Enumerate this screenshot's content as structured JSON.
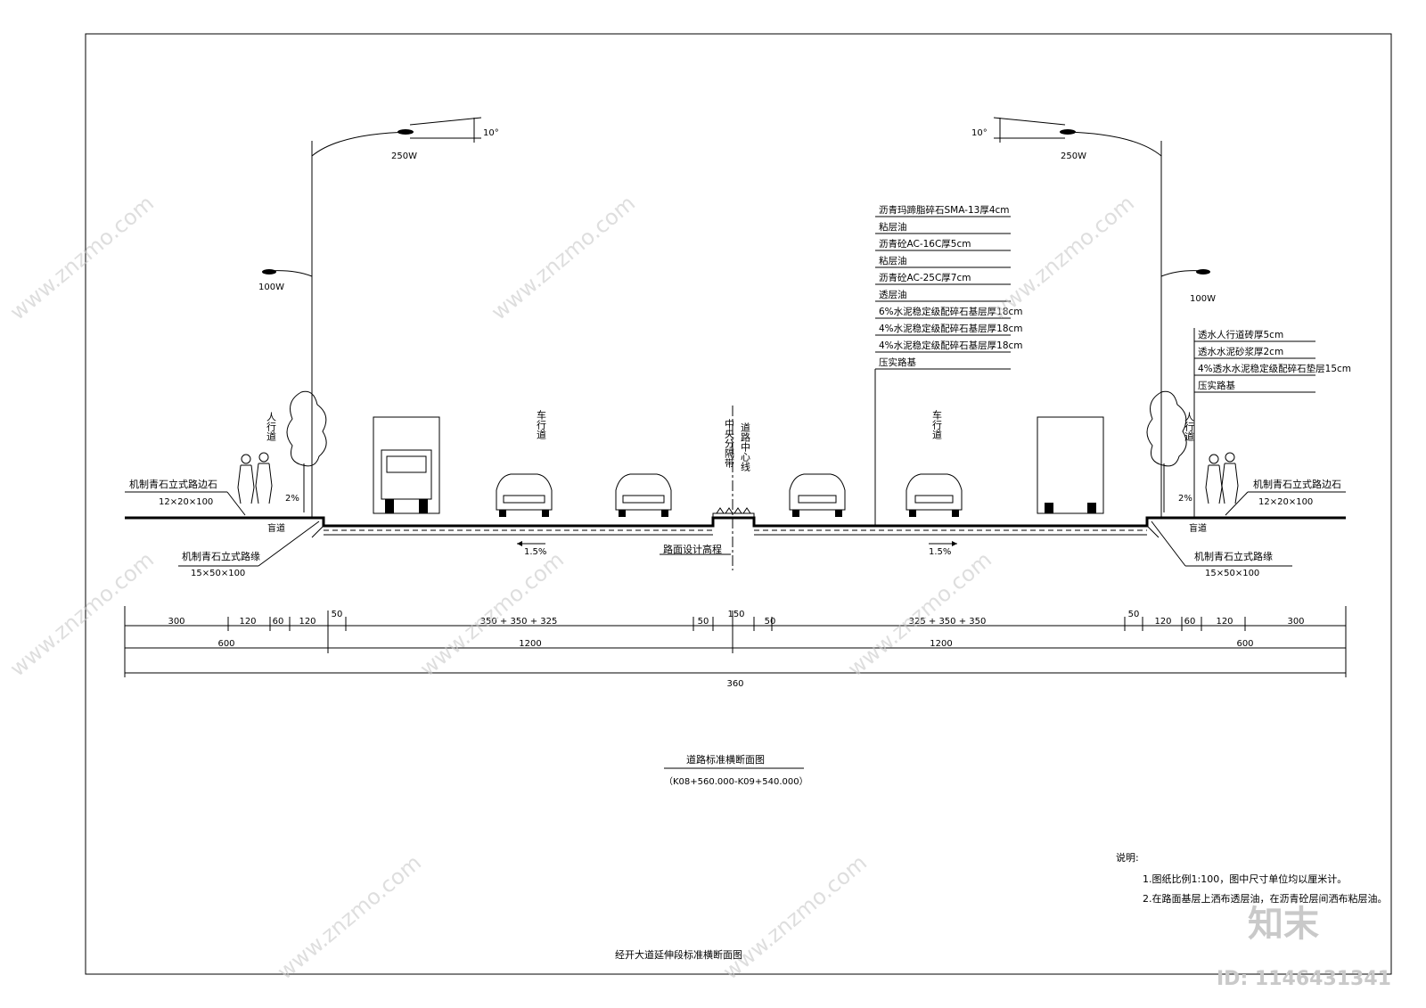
{
  "frame_title": "经开大道延伸段标准横断面图",
  "drawing_title": "道路标准横断面图",
  "station_range": "（K08+560.000-K09+540.000）",
  "lamps": {
    "high_power": "250W",
    "low_power": "100W",
    "tilt": "10°"
  },
  "labels": {
    "sidewalk": "人行道",
    "carriageway": "车行道",
    "median": "中央分隔带",
    "centerline": "道路中心线",
    "blind_path": "盲道",
    "curb_top": "机制青石立式路边石",
    "curb_top_size": "12×20×100",
    "curb_edge": "机制青石立式路缘",
    "curb_edge_size": "15×50×100",
    "sidewalk_slope": "2%",
    "road_slope": "1.5%",
    "design_elevation": "路面设计高程"
  },
  "pavement_layers": [
    "沥青玛蹄脂碎石SMA-13厚4cm",
    "粘层油",
    "沥青砼AC-16C厚5cm",
    "粘层油",
    "沥青砼AC-25C厚7cm",
    "透层油",
    "6%水泥稳定级配碎石基层厚18cm",
    "4%水泥稳定级配碎石基层厚18cm",
    "4%水泥稳定级配碎石基层厚18cm",
    "压实路基"
  ],
  "sidewalk_layers": [
    "透水人行道砖厚5cm",
    "透水水泥砂浆厚2cm",
    "4%透水水泥稳定级配碎石垫层15cm",
    "压实路基"
  ],
  "dimensions": {
    "row1": [
      "300",
      "120",
      "60",
      "120",
      "50",
      "350 + 350 + 325",
      "50",
      "150",
      "50",
      "325 + 350 + 350",
      "50",
      "120",
      "60",
      "120",
      "300"
    ],
    "row2": [
      "600",
      "1200",
      "1200",
      "600"
    ],
    "row3": [
      "360"
    ]
  },
  "notes": {
    "heading": "说明:",
    "items": [
      "1.图纸比例1:100，图中尺寸单位均以厘米计。",
      "2.在路面基层上洒布透层油，在沥青砼层间洒布粘层油。"
    ]
  },
  "watermark": {
    "site": "www.znzmo.com",
    "brand": "知末",
    "id": "ID: 1146431341"
  }
}
